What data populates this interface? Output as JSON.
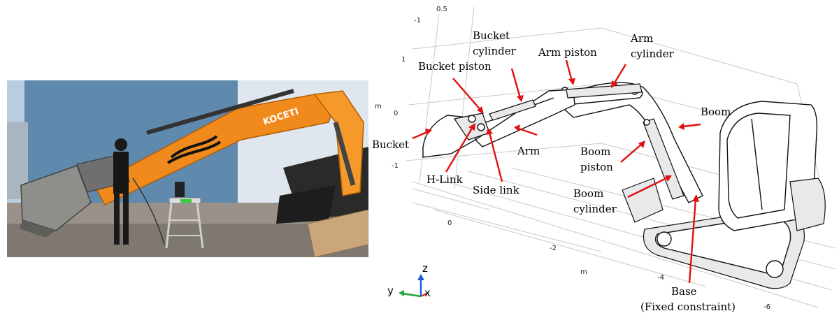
{
  "photo": {
    "machine_text": "KOCETI"
  },
  "cad": {
    "ticks": {
      "z_top": "0.5",
      "y1": "-1",
      "z1": "1",
      "z0": "0",
      "zm1": "-1",
      "z_unit": "m",
      "x0": "0",
      "xm2": "-2",
      "x_unit": "m",
      "xm4": "-4",
      "xm6": "-6"
    },
    "labels": {
      "bucket": "Bucket",
      "bucket_piston": "Bucket piston",
      "bucket_cylinder_1": "Bucket",
      "bucket_cylinder_2": "cylinder",
      "arm_piston": "Arm piston",
      "arm_cylinder_1": "Arm",
      "arm_cylinder_2": "cylinder",
      "boom": "Boom",
      "arm": "Arm",
      "boom_piston_1": "Boom",
      "boom_piston_2": "piston",
      "h_link": "H-Link",
      "side_link": "Side link",
      "boom_cylinder_1": "Boom",
      "boom_cylinder_2": "cylinder",
      "base_1": "Base",
      "base_2": "(Fixed constraint)"
    },
    "triad": {
      "z": "z",
      "y": "y",
      "x": "x"
    }
  }
}
